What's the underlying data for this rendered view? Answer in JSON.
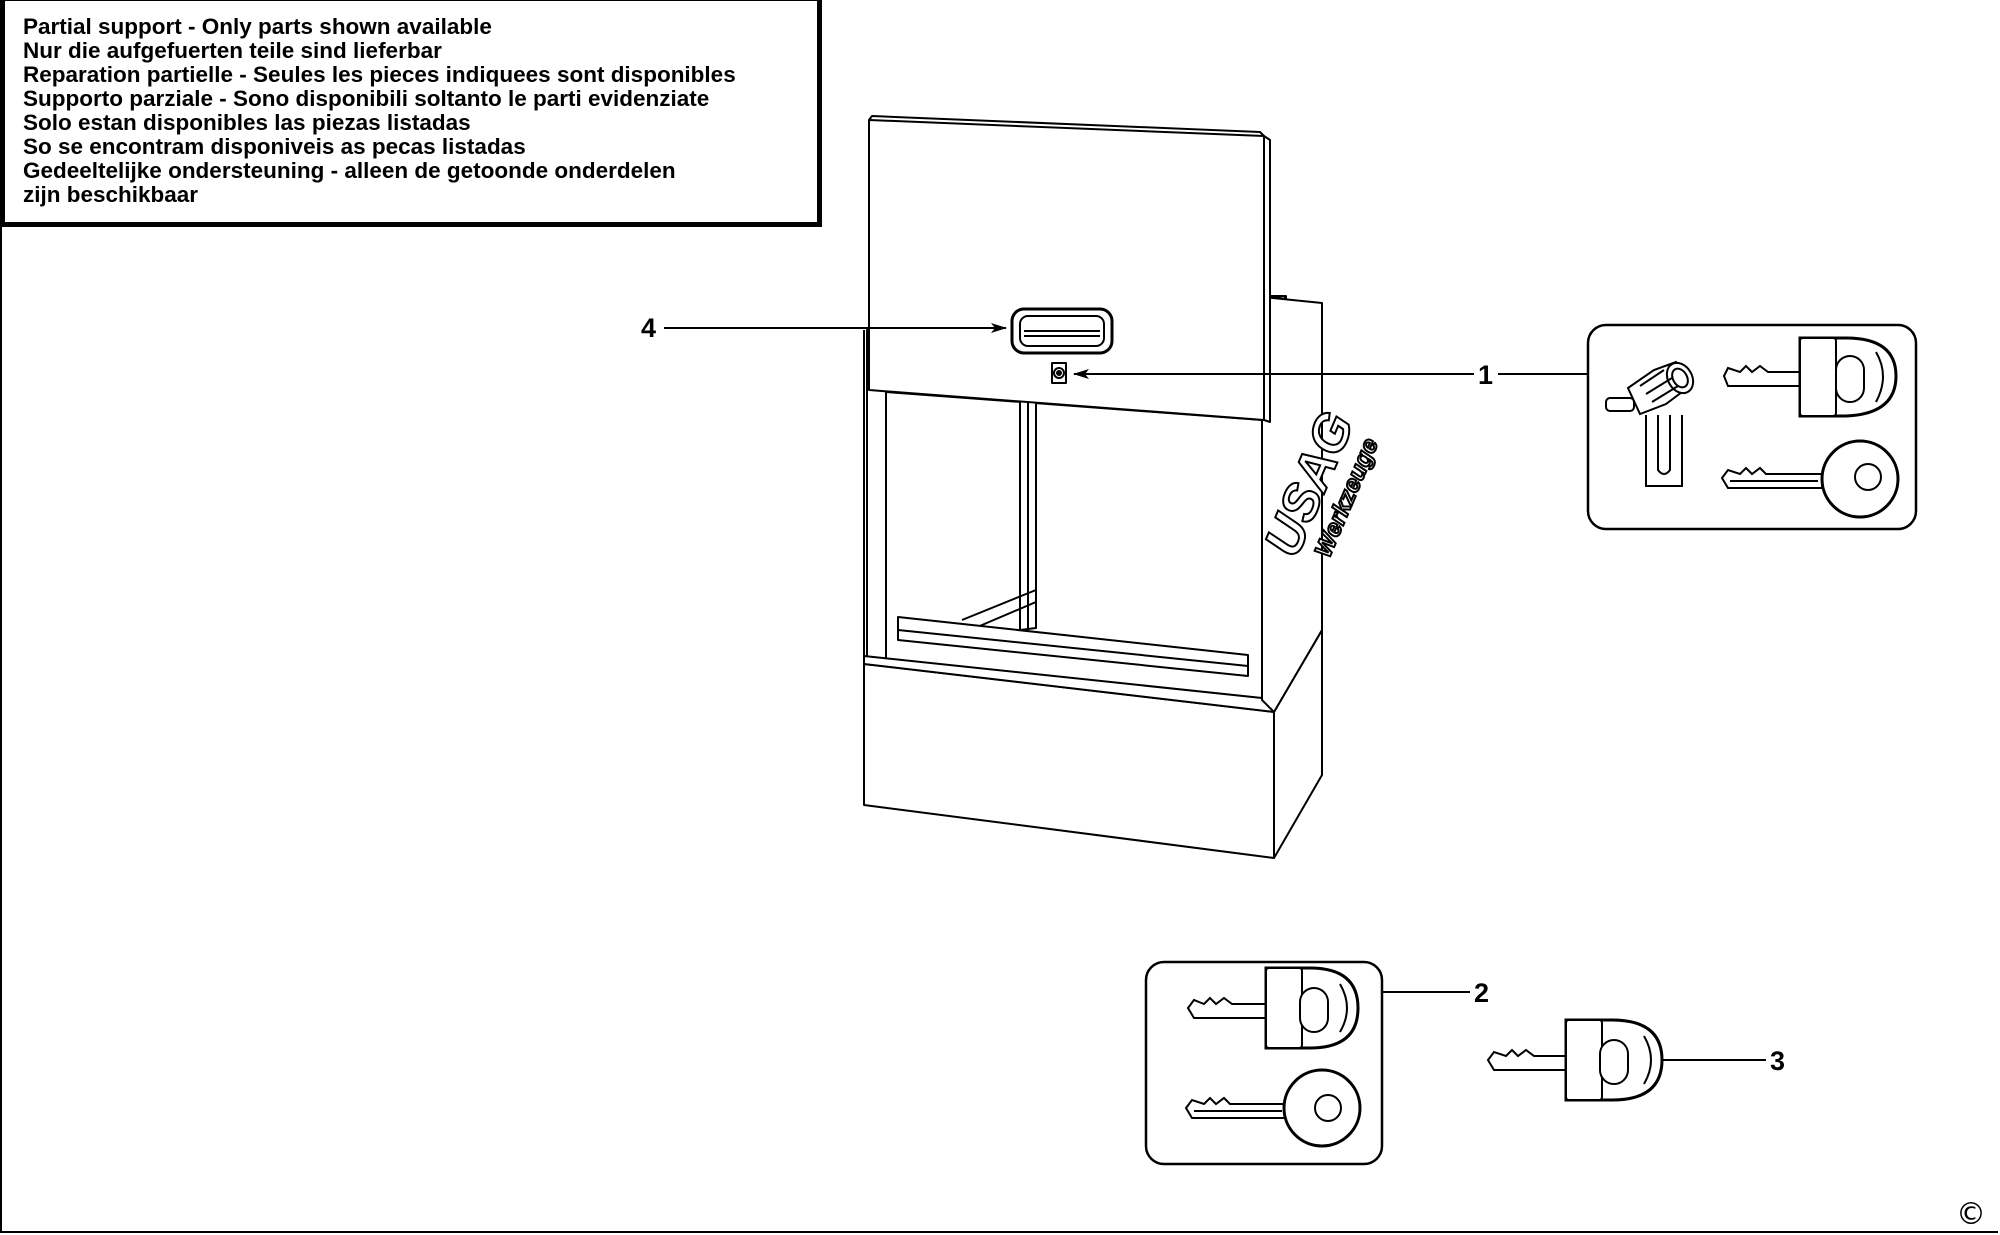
{
  "notice": {
    "lines": [
      "Partial support - Only parts shown available",
      "Nur die aufgefuerten teile sind lieferbar",
      "Reparation partielle - Seules les pieces indiquees sont disponibles",
      "Supporto parziale - Sono disponibili soltanto le parti evidenziate",
      "Solo estan disponibles las piezas listadas",
      "So se encontram disponiveis as pecas listadas",
      "Gedeeltelijke ondersteuning - alleen de getoonde onderdelen",
      "zijn beschikbaar"
    ]
  },
  "callouts": {
    "part1": "1",
    "part2": "2",
    "part3": "3",
    "part4": "4"
  },
  "brand": {
    "line1": "USAG",
    "line2": "Werkzeuge"
  },
  "copyright": "©",
  "colors": {
    "ink": "#000000",
    "paper": "#ffffff"
  }
}
